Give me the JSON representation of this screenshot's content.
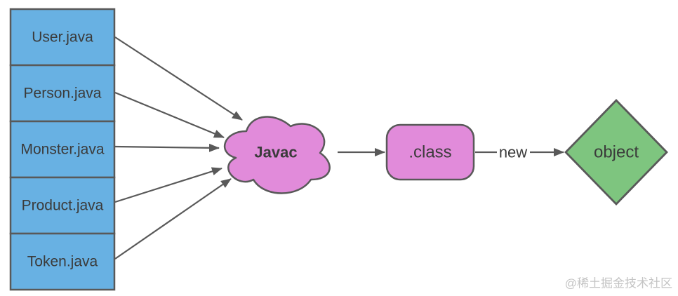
{
  "diagram": {
    "source_files": [
      {
        "label": "User.java"
      },
      {
        "label": "Person.java"
      },
      {
        "label": "Monster.java"
      },
      {
        "label": "Product.java"
      },
      {
        "label": "Token.java"
      }
    ],
    "compiler": {
      "label": "Javac"
    },
    "bytecode": {
      "label": ".class"
    },
    "edge_label": "new",
    "object_node": {
      "label": "object"
    },
    "watermark": "@稀土掘金技术社区",
    "colors": {
      "background": "#ffffff",
      "source_fill": "#68b1e3",
      "compiler_fill": "#e18bda",
      "bytecode_fill": "#e18bda",
      "object_fill": "#7ec57f",
      "stroke": "#595959",
      "text": "#3b3b3b",
      "watermark": "#c4c4c4"
    }
  }
}
